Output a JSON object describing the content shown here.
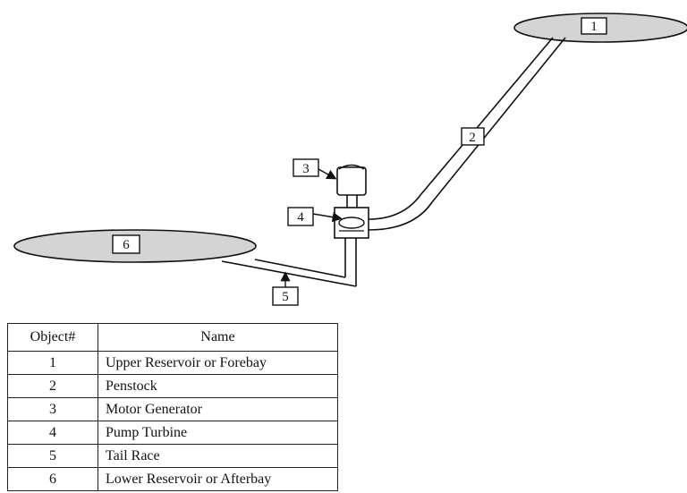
{
  "diagram": {
    "labels": {
      "upper_reservoir": "1",
      "penstock": "2",
      "motor_generator": "3",
      "pump_turbine": "4",
      "tail_race": "5",
      "lower_reservoir": "6"
    },
    "colors": {
      "reservoir_fill": "#d4d4d4",
      "stroke": "#111111",
      "background": "#ffffff"
    }
  },
  "legend": {
    "headers": [
      "Object#",
      "Name"
    ],
    "rows": [
      {
        "num": "1",
        "name": "Upper Reservoir or Forebay"
      },
      {
        "num": "2",
        "name": "Penstock"
      },
      {
        "num": "3",
        "name": "Motor Generator"
      },
      {
        "num": "4",
        "name": "Pump Turbine"
      },
      {
        "num": "5",
        "name": "Tail Race"
      },
      {
        "num": "6",
        "name": "Lower Reservoir or Afterbay"
      }
    ]
  }
}
